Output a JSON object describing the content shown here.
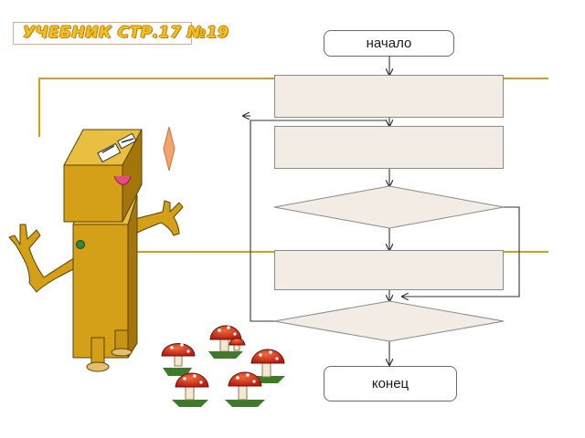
{
  "slide": {
    "title": "УЧЕБНИК СТР.17 №19",
    "colors": {
      "title_fill": "#f2c21c",
      "title_outline": "#c47d0f",
      "frame_line": "#d4a017",
      "block_fill": "#f3ece4",
      "robot_body": "#d4a017"
    }
  },
  "flowchart": {
    "start_label": "начало",
    "end_label": "конец",
    "process_blocks": [
      "",
      "",
      ""
    ],
    "decision_blocks": [
      "",
      ""
    ]
  },
  "illustration": {
    "robot_icon": "robot-icon",
    "mushrooms_icon": "fly-agaric-mushrooms-icon",
    "diamond_icon": "orange-diamond-icon"
  }
}
